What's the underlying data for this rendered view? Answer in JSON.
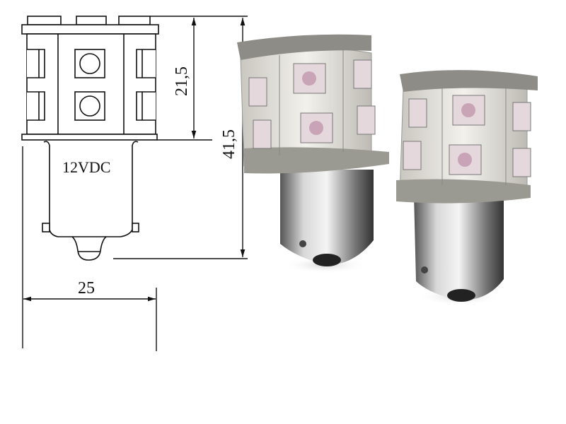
{
  "drawing": {
    "voltage_label": "12VDC",
    "dim_head_height": "21,5",
    "dim_total_height": "41,5",
    "dim_width": "25"
  },
  "photo": {
    "description_icon": "led-bulb-photo",
    "count": 2
  },
  "colors": {
    "line": "#111111",
    "pcb": "#e8e6e0",
    "metal": "#9a9a9a"
  }
}
